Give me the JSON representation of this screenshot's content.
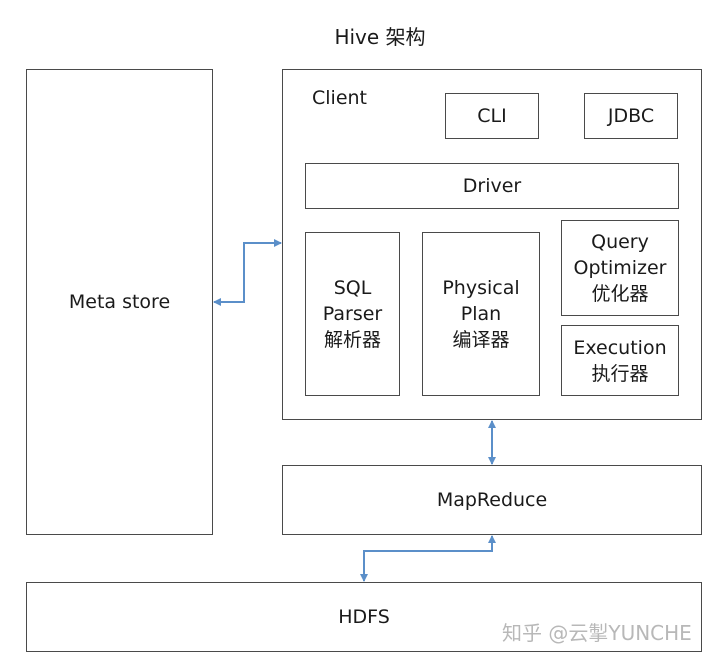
{
  "title": "Hive 架构",
  "metastore": {
    "label": "Meta store"
  },
  "client": {
    "label": "Client",
    "cli": "CLI",
    "jdbc": "JDBC",
    "driver": "Driver",
    "sql_parser": {
      "line1": "SQL",
      "line2": "Parser",
      "line3": "解析器"
    },
    "physical_plan": {
      "line1": "Physical",
      "line2": "Plan",
      "line3": "编译器"
    },
    "query_optimizer": {
      "line1": "Query",
      "line2": "Optimizer",
      "line3": "优化器"
    },
    "execution": {
      "line1": "Execution",
      "line2": "执行器"
    }
  },
  "mapreduce": {
    "label": "MapReduce"
  },
  "hdfs": {
    "label": "HDFS"
  },
  "watermark": "知乎 @云掣YUNCHE",
  "colors": {
    "arrow": "#5b8fc9",
    "border": "#4a4a4a",
    "watermark": "#b8b8b8"
  }
}
